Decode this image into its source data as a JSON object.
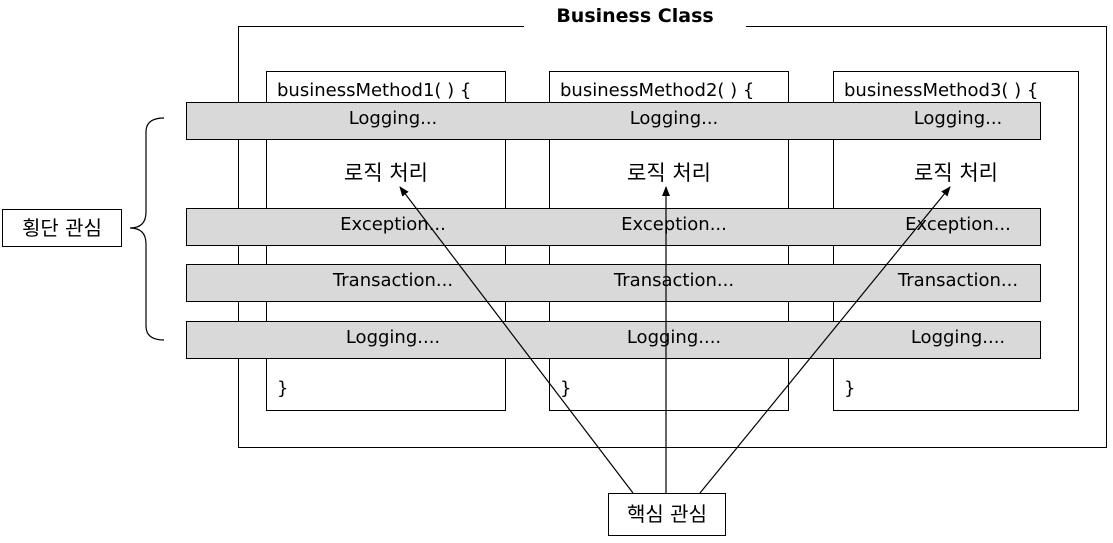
{
  "title": "Business Class",
  "methods": [
    {
      "signature": "businessMethod1( ) {",
      "logic": "로직 처리",
      "closing": "}"
    },
    {
      "signature": "businessMethod2( ) {",
      "logic": "로직 처리",
      "closing": "}"
    },
    {
      "signature": "businessMethod3( ) {",
      "logic": "로직 처리",
      "closing": "}"
    }
  ],
  "bands": [
    {
      "cells": [
        "Logging...",
        "Logging...",
        "Logging..."
      ]
    },
    {
      "cells": [
        "Exception...",
        "Exception...",
        "Exception..."
      ]
    },
    {
      "cells": [
        "Transaction...",
        "Transaction...",
        "Transaction..."
      ]
    },
    {
      "cells": [
        "Logging....",
        "Logging....",
        "Logging...."
      ]
    }
  ],
  "labels": {
    "crosscutting": "횡단 관심",
    "core": "핵심 관심"
  }
}
